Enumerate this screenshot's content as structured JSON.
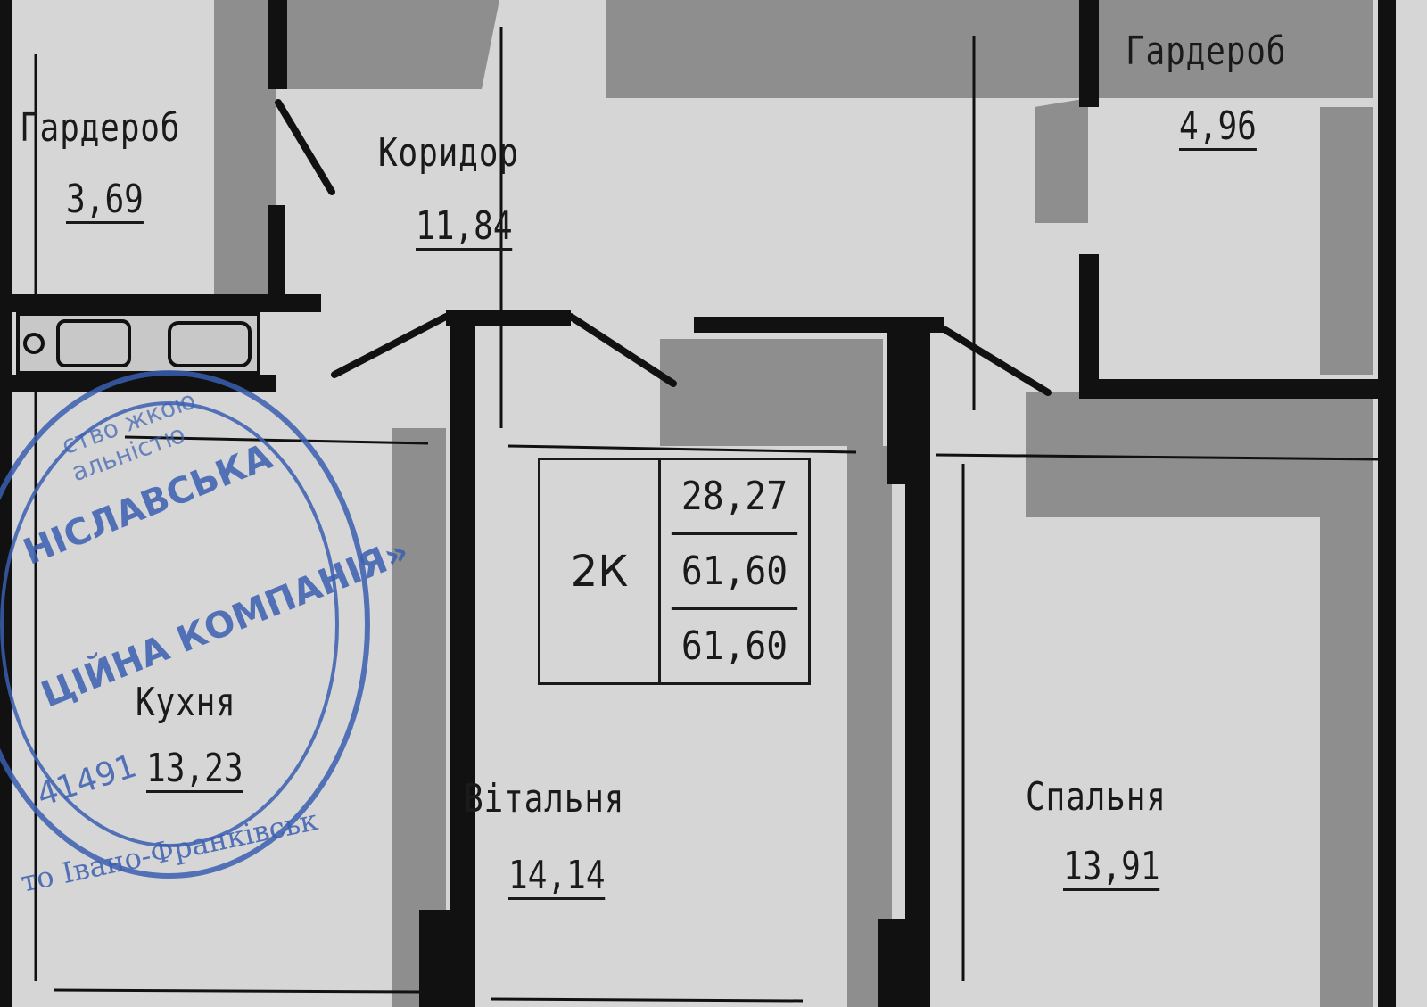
{
  "rooms": {
    "wardrobe_left": {
      "label": "Гардероб",
      "area": "3,69"
    },
    "corridor": {
      "label": "Коридор",
      "area": "11,84"
    },
    "wardrobe_right": {
      "label": "Гардероб",
      "area": "4,96"
    },
    "kitchen": {
      "label": "Кухня",
      "area": "13,23"
    },
    "living_room": {
      "label": "Вітальня",
      "area": "14,14"
    },
    "bedroom": {
      "label": "Спальня",
      "area": "13,91"
    }
  },
  "apartment_info": {
    "type": "2К",
    "living_area": "28,27",
    "total_area": "61,60",
    "total_area_2": "61,60"
  },
  "stamp": {
    "outer_text": "ство жкою альністю",
    "line1": "НІСЛАВСЬКА",
    "line2": "ЦІЙНА КОМПАНІЯ»",
    "code": "41491",
    "city": "то Івано-Франківськ",
    "color": "#3a5fb0"
  },
  "colors": {
    "wall": "#111111",
    "floor": "#d8d8d8",
    "shadow": "#8f8f8f"
  }
}
